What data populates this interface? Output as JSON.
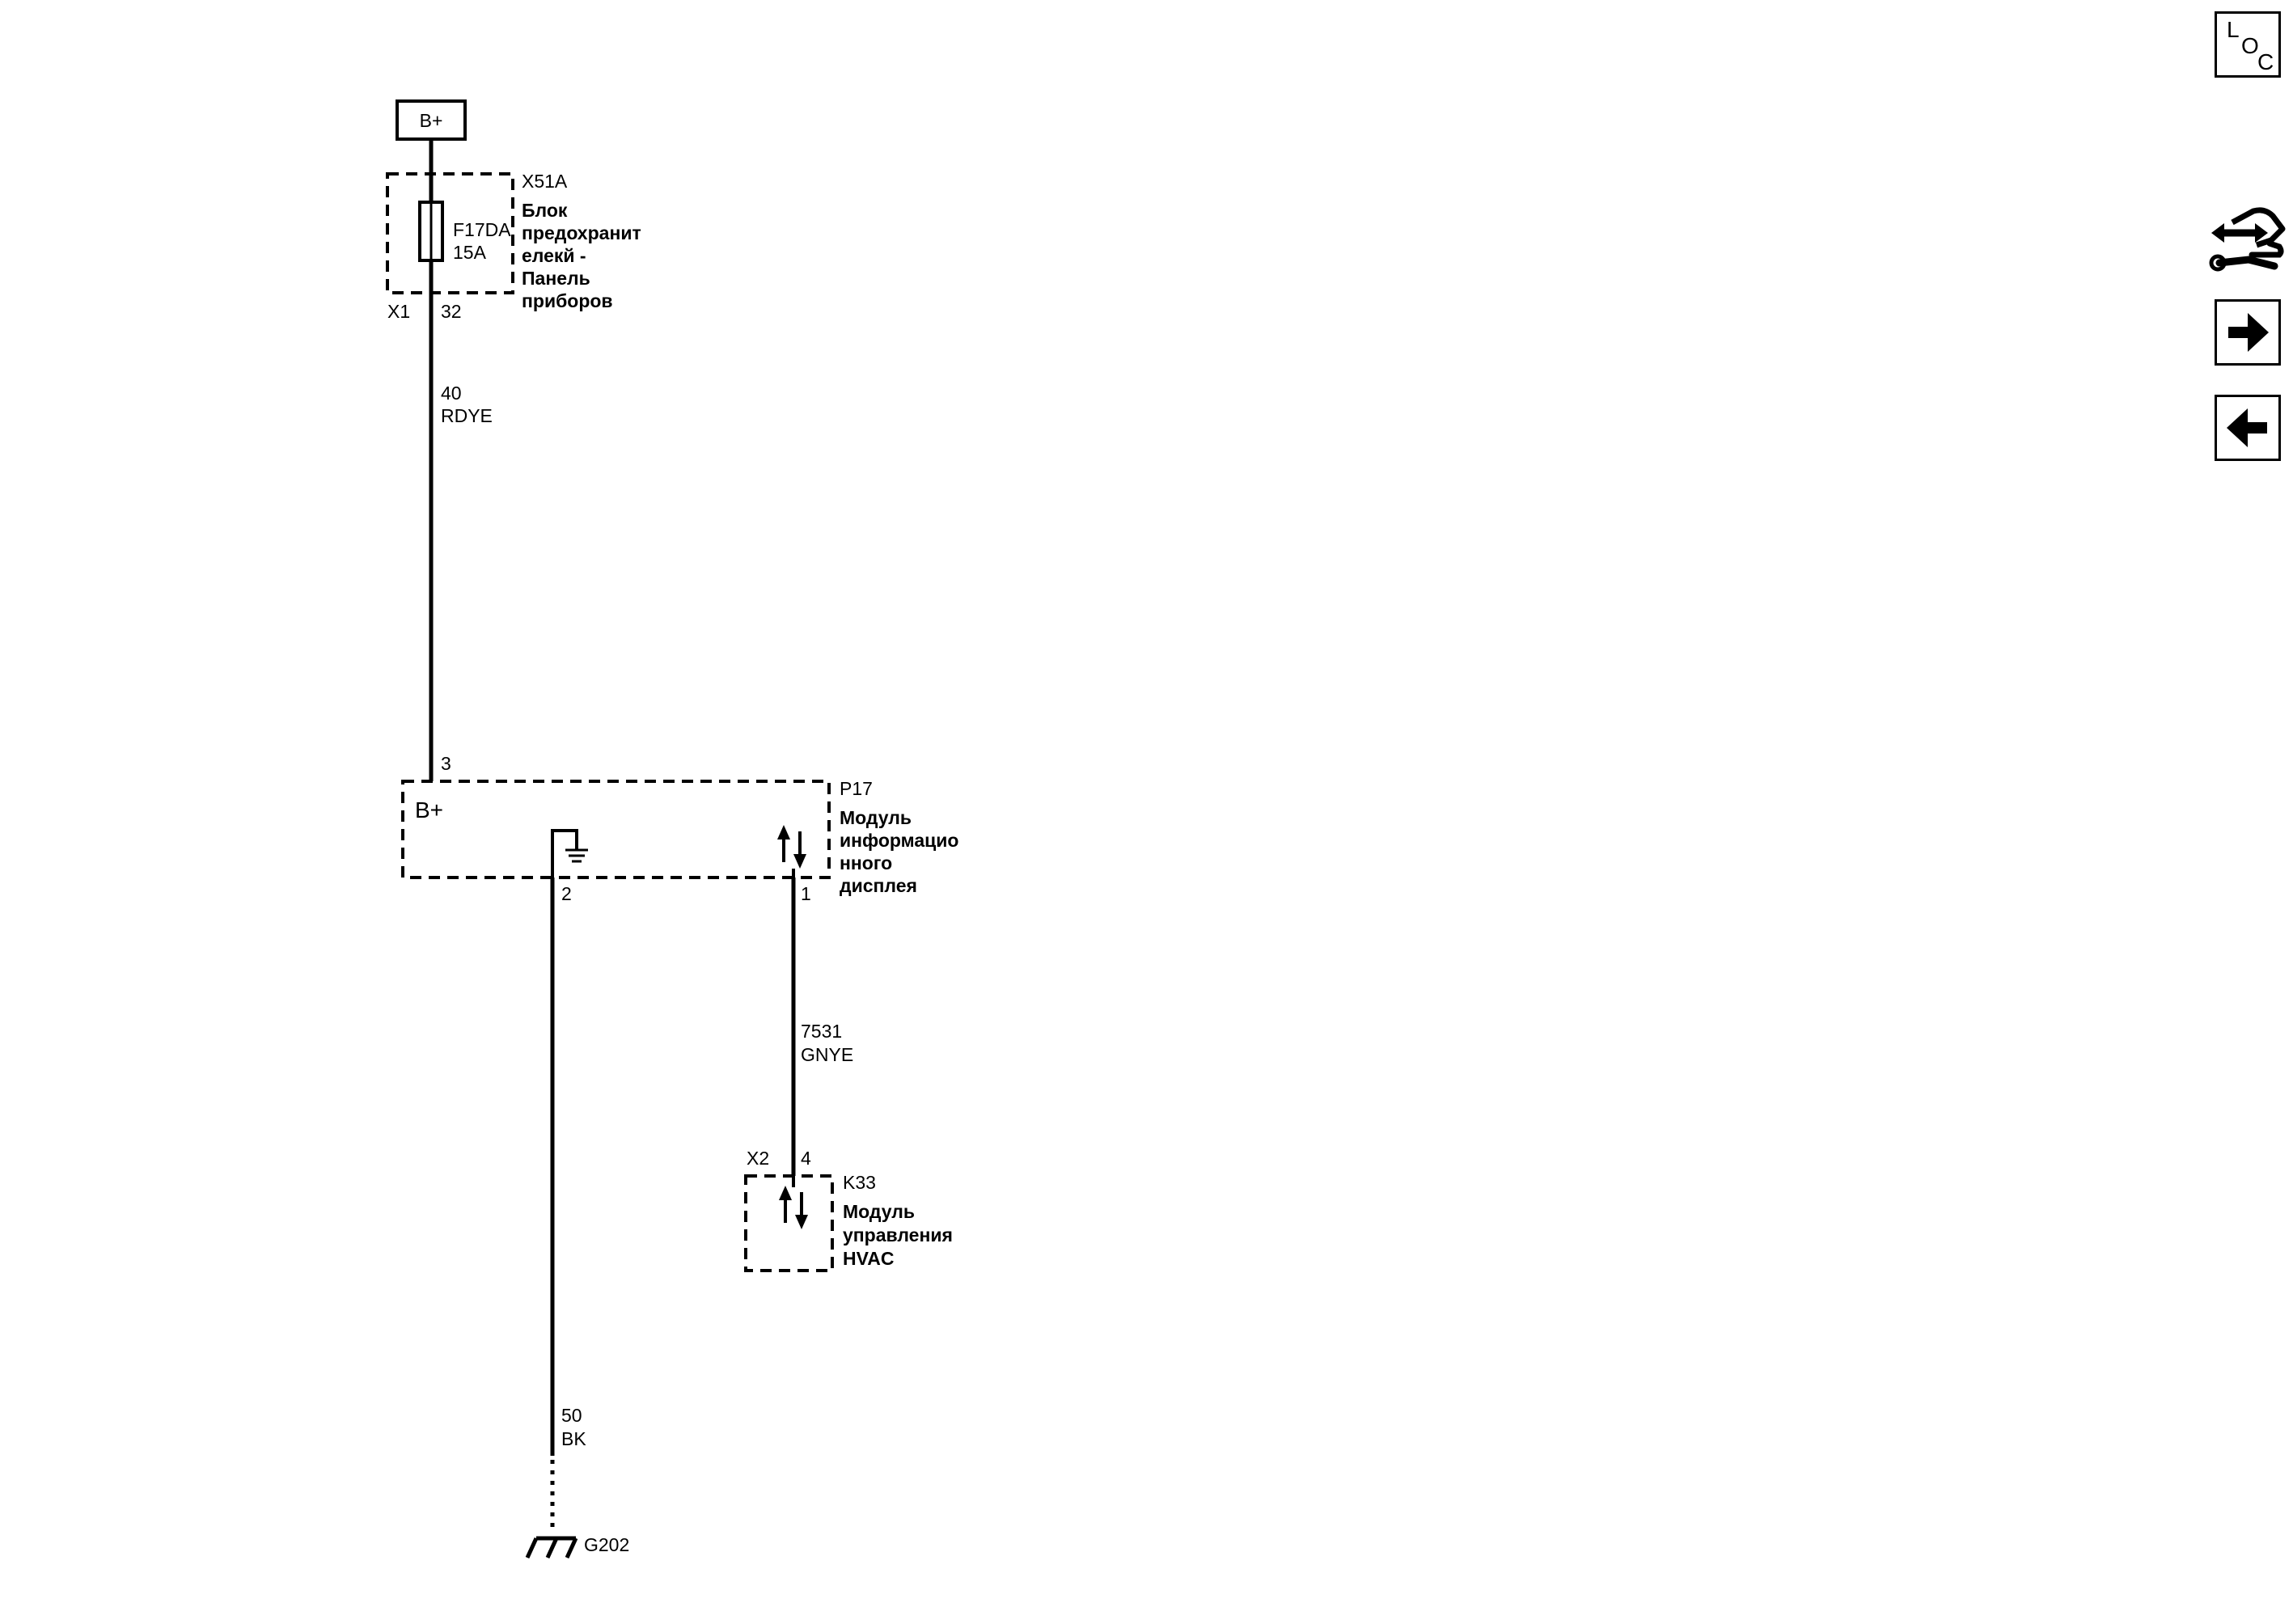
{
  "nav": {
    "loc_letters": [
      "L",
      "O",
      "C"
    ]
  },
  "power": {
    "label": "B+"
  },
  "fuse_block": {
    "connector": "X51A",
    "name_lines": [
      "Блок",
      "предохранит",
      "елекй -",
      "Панель",
      "приборов"
    ],
    "fuse_id": "F17DA",
    "fuse_rating": "15A",
    "harness_connector": "X1",
    "pin": "32"
  },
  "wire_1": {
    "circuit": "40",
    "color_code": "RDYE"
  },
  "module_p17": {
    "id": "P17",
    "name_lines": [
      "Модуль",
      "информацио",
      "нного",
      "дисплея"
    ],
    "power_label": "B+",
    "pin_power": "3",
    "pin_ground": "2",
    "pin_data": "1"
  },
  "wire_2": {
    "circuit": "7531",
    "color_code": "GNYE"
  },
  "module_k33": {
    "id": "K33",
    "name_lines": [
      "Модуль",
      "управления",
      "HVAC"
    ],
    "harness_connector": "X2",
    "pin": "4"
  },
  "wire_3": {
    "circuit": "50",
    "color_code": "BK"
  },
  "ground": {
    "id": "G202"
  }
}
